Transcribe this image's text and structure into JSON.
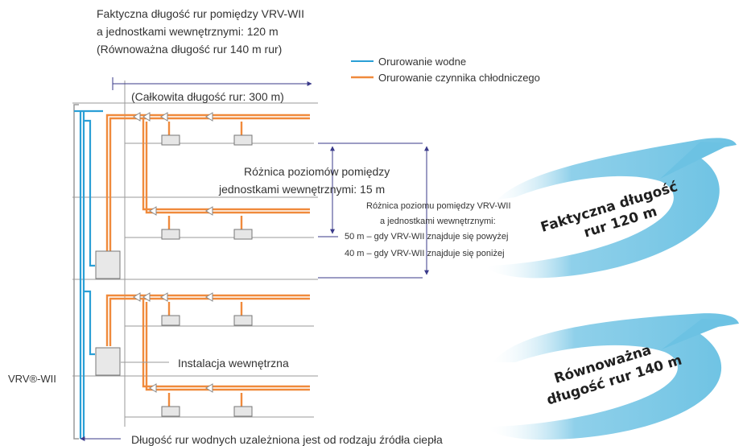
{
  "header": {
    "line1": "Faktyczna długość rur pomiędzy VRV-WII",
    "line2": "a jednostkami wewnętrznymi: 120 m",
    "line3": "(Równoważna długość rur 140 m rur)"
  },
  "legend": {
    "water": "Orurowanie wodne",
    "refrigerant": "Orurowanie czynnika chłodniczego"
  },
  "total_length": "(Całkowita długość rur: 300 m)",
  "level_diff_indoor": {
    "line1": "Różnica poziomów pomiędzy",
    "line2": "jednostkami wewnętrznymi: 15 m"
  },
  "level_diff_vrv": {
    "line1": "Różnica poziomu pomiędzy VRV-WII",
    "line2": "a jednostkami wewnętrznymi:",
    "line3": "50 m – gdy VRV-WII znajduje się powyżej",
    "line4": "40 m – gdy VRV-WII znajduje się poniżej"
  },
  "vrv_label": "VRV®-WII",
  "indoor_install": "Instalacja wewnętrzna",
  "bottom_note": "Długość rur wodnych uzależniona jest od rodzaju źródła ciepła",
  "badge_actual": {
    "line1": "Faktyczna długość",
    "line2": "rur 120 m"
  },
  "badge_equiv": {
    "line1": "Równoważna",
    "line2": "długość rur 140 m"
  },
  "colors": {
    "water": "#2a9fd6",
    "refrigerant": "#f08a3c",
    "swoosh": "#7fcbe6",
    "grid": "#9a9a9a"
  }
}
